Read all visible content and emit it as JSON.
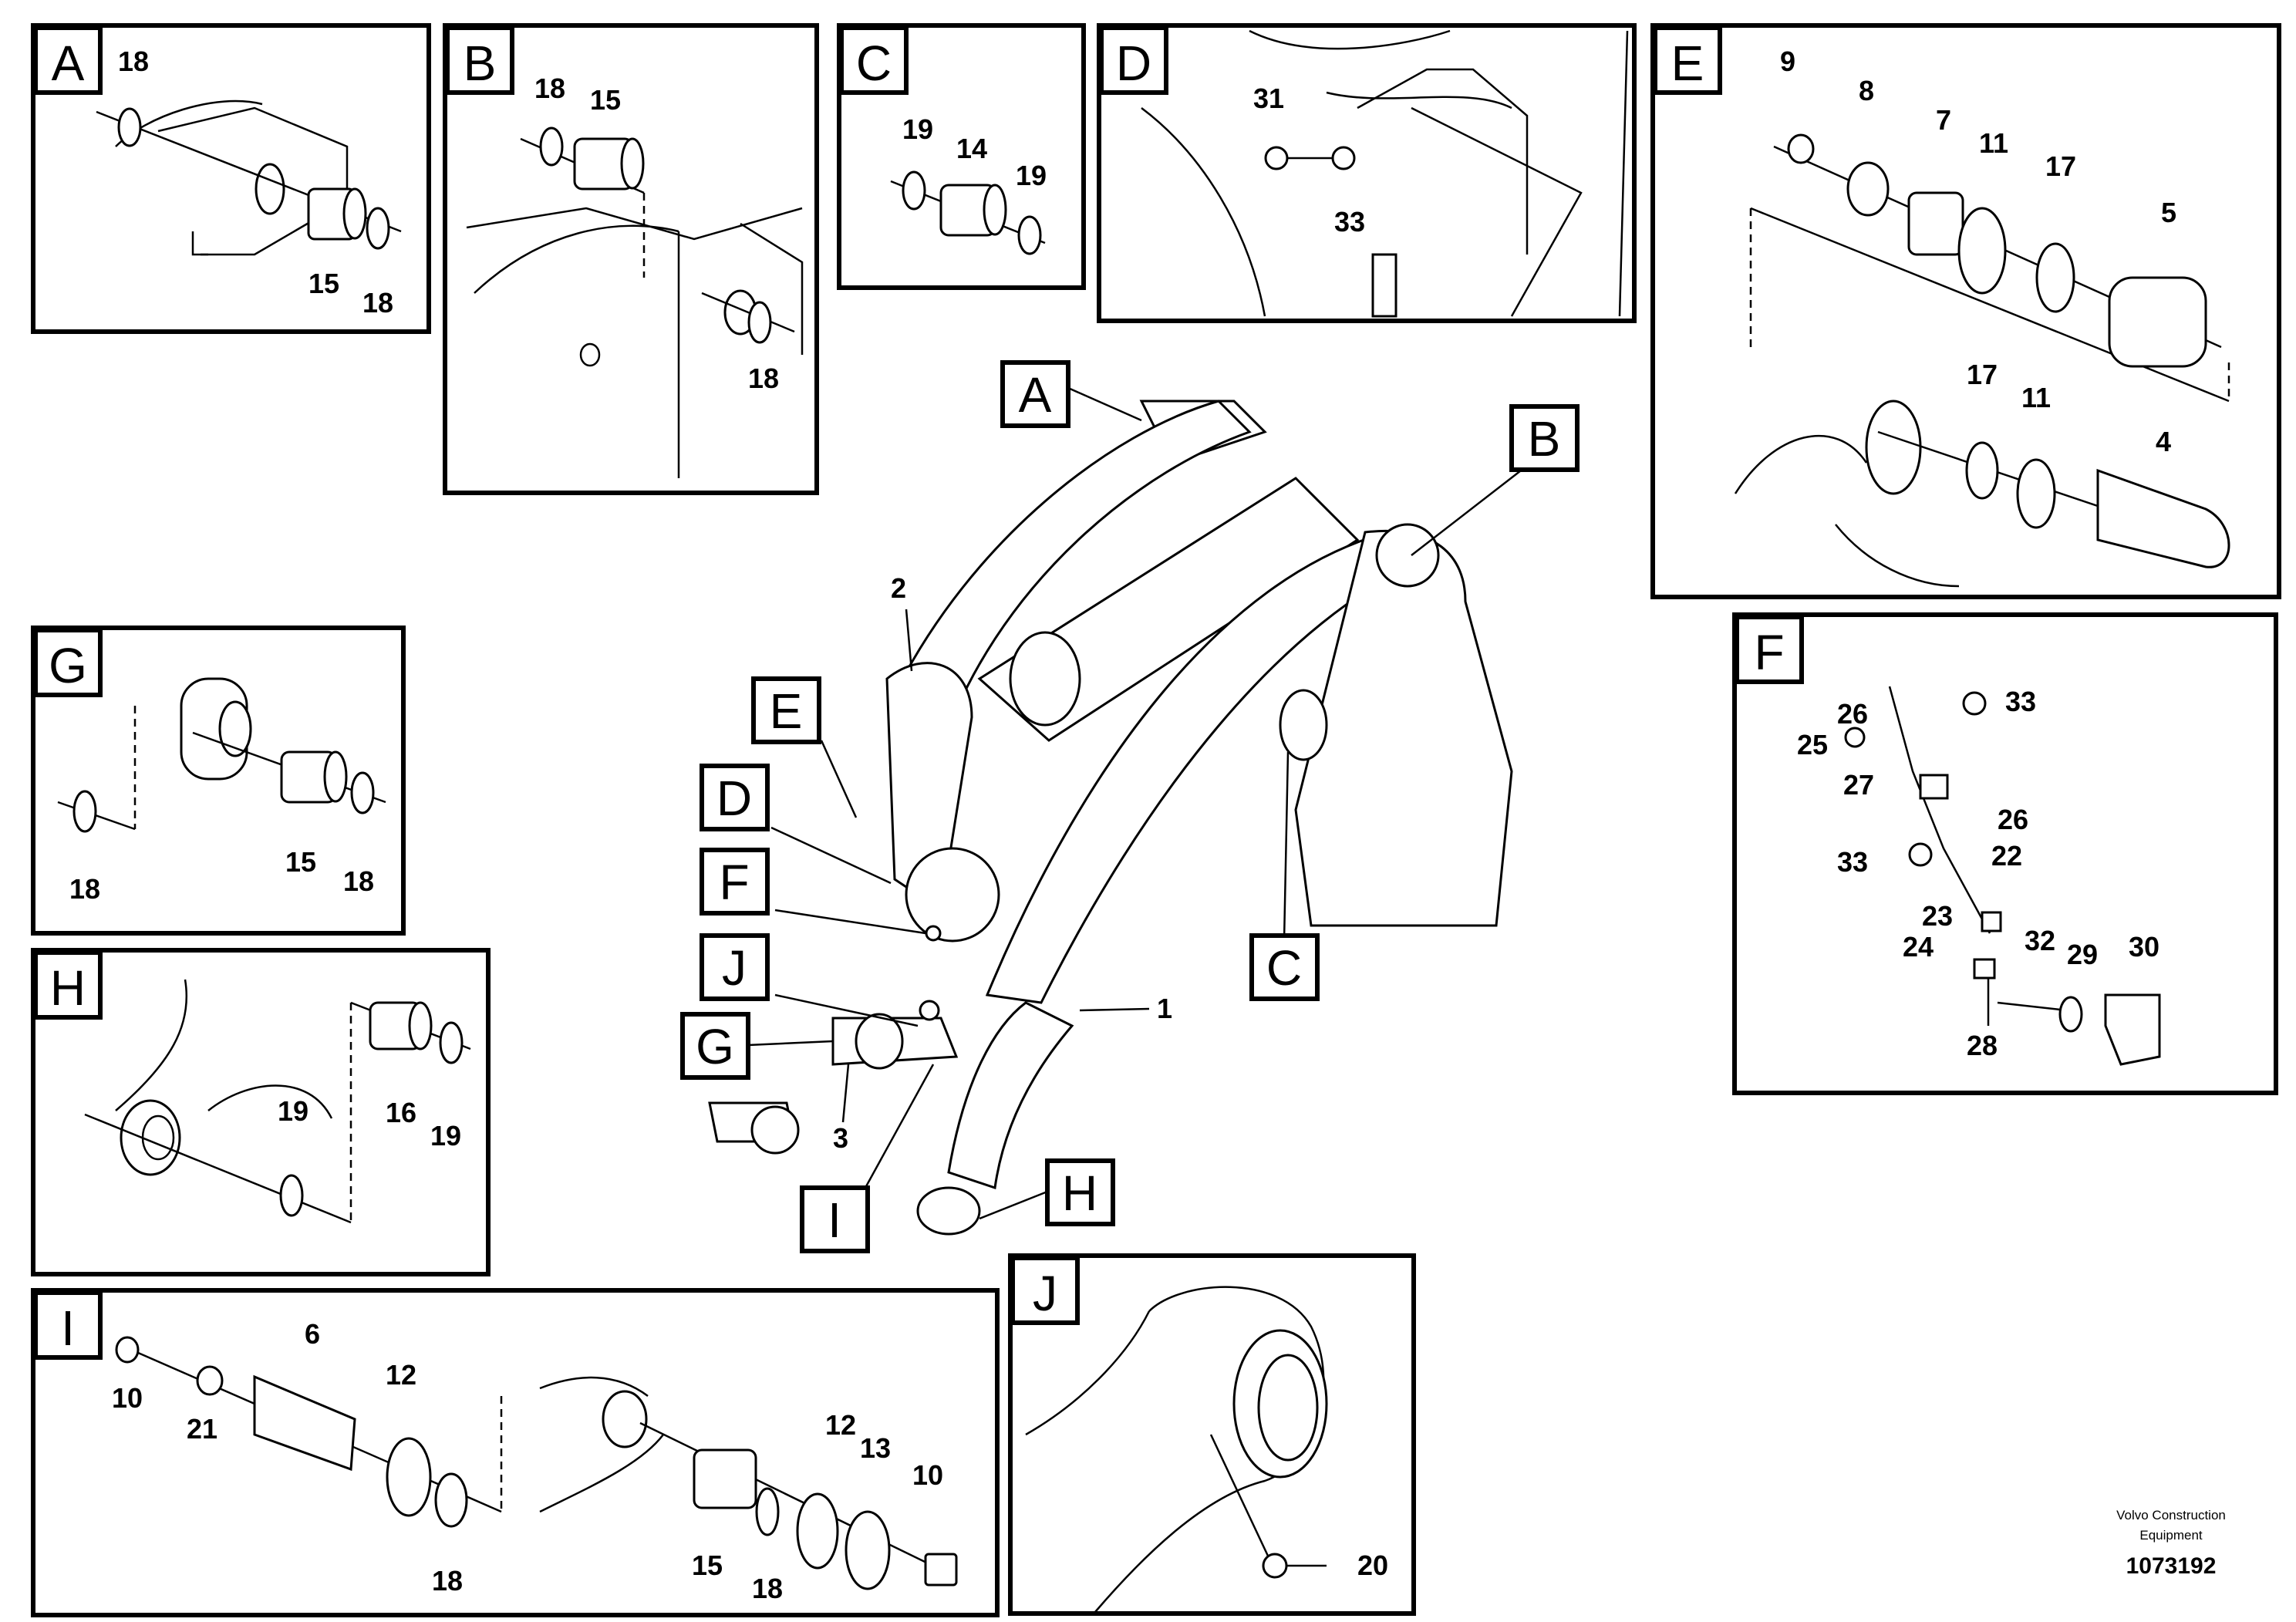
{
  "panels": {
    "A": {
      "letter": "A",
      "parts": [
        "18",
        "15",
        "18"
      ]
    },
    "B": {
      "letter": "B",
      "parts": [
        "18",
        "15",
        "18"
      ]
    },
    "C": {
      "letter": "C",
      "parts": [
        "19",
        "14",
        "19"
      ]
    },
    "D": {
      "letter": "D",
      "parts": [
        "31",
        "33"
      ]
    },
    "E": {
      "letter": "E",
      "parts": [
        "9",
        "8",
        "7",
        "11",
        "17",
        "5",
        "17",
        "11",
        "4"
      ]
    },
    "F": {
      "letter": "F",
      "parts": [
        "26",
        "33",
        "25",
        "27",
        "26",
        "33",
        "22",
        "23",
        "24",
        "32",
        "29",
        "30",
        "28"
      ]
    },
    "G": {
      "letter": "G",
      "parts": [
        "15",
        "18",
        "18"
      ]
    },
    "H": {
      "letter": "H",
      "parts": [
        "19",
        "16",
        "19"
      ]
    },
    "I": {
      "letter": "I",
      "parts": [
        "6",
        "10",
        "21",
        "12",
        "18",
        "12",
        "13",
        "15",
        "18",
        "10"
      ]
    },
    "J": {
      "letter": "J",
      "parts": [
        "20"
      ]
    }
  },
  "main": {
    "callouts": [
      "A",
      "B",
      "E",
      "D",
      "F",
      "J",
      "G",
      "C",
      "I",
      "H"
    ],
    "parts": [
      "2",
      "1",
      "3"
    ]
  },
  "footer": {
    "credit_line1": "Volvo Construction",
    "credit_line2": "Equipment",
    "doc_number": "1073192"
  }
}
